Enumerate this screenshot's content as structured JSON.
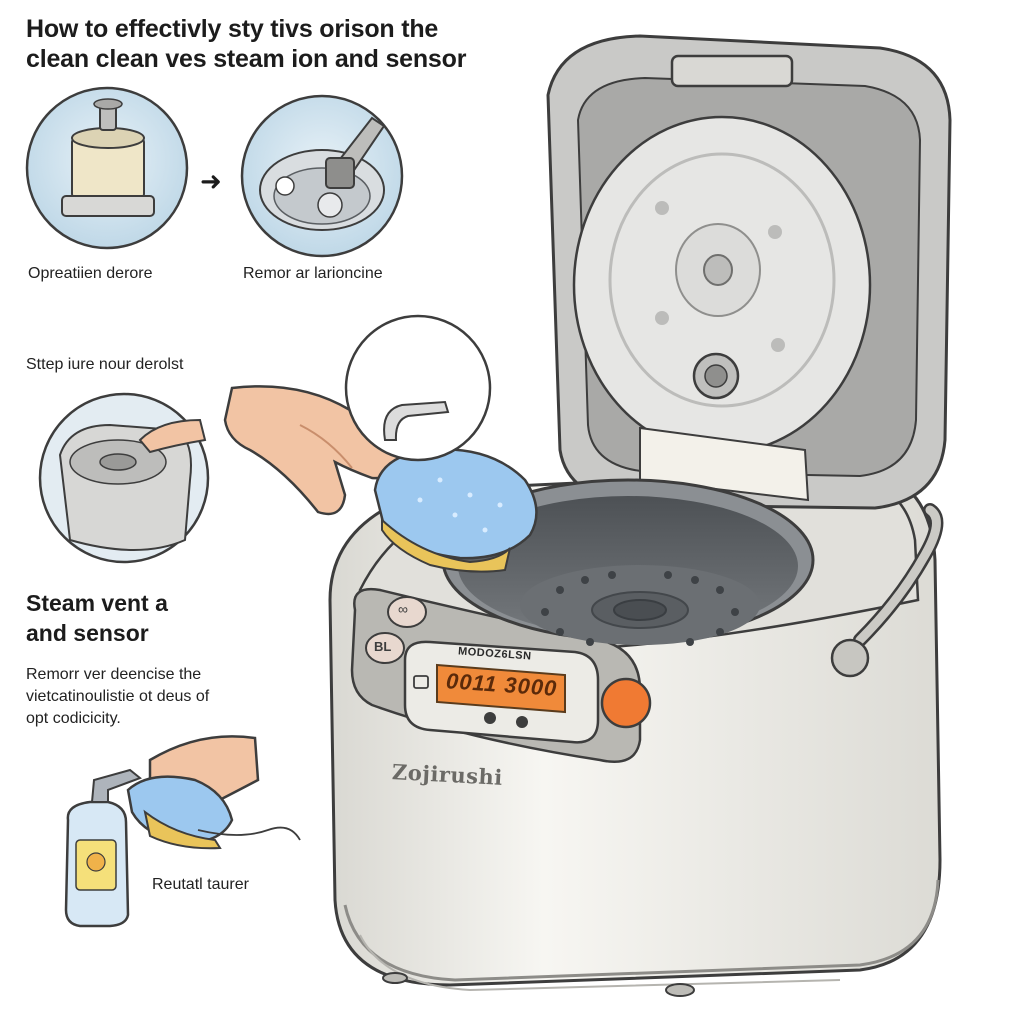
{
  "title": {
    "line1": "How to effectivly sty tivs orison the",
    "line2": "clean clean ves steam ion and sensor"
  },
  "step_captions": {
    "operation": "Opreatiien derore",
    "remove": "Remor ar larioncine",
    "step": "Sttep iure nour derolst",
    "reutad": "Reutatl taurer"
  },
  "arrow_glyph": "➜",
  "section": {
    "heading_line1": "Steam vent a",
    "heading_line2": "and sensor",
    "body_line1": "Remorr ver deencise the",
    "body_line2": "vietcatinoulistie ot deus of",
    "body_line3": "opt codicicity."
  },
  "appliance": {
    "brand": "Zojirushi",
    "display_label": "MODOZ6LSN",
    "display_value": "0011 3000",
    "button_top": "∞",
    "button_mid": "BL"
  },
  "colors": {
    "shell": "#ecebe6",
    "outline": "#3d3d3d",
    "lid": "#cfcfcd",
    "pot": "#5f6368",
    "display": "#f08a3a",
    "start_button": "#f07a33",
    "sponge": "#9cc8ef",
    "skin": "#f2c4a4",
    "callout_bg": "#cfe3ef"
  }
}
